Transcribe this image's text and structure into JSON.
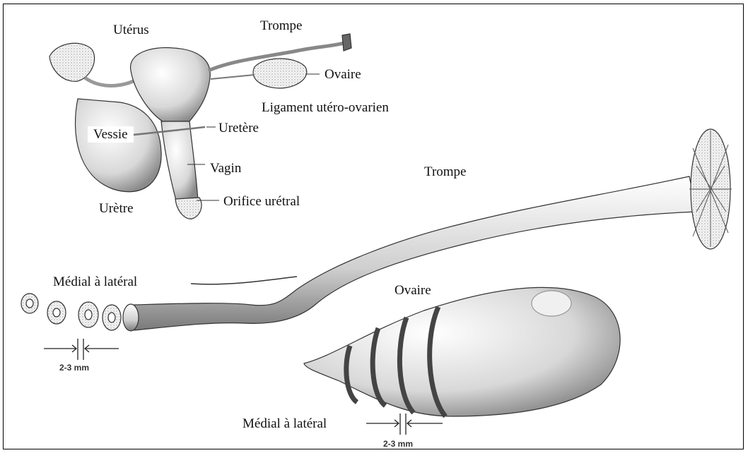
{
  "figure": {
    "labels": {
      "uterus": "Utérus",
      "trompe_top": "Trompe",
      "ovaire_top": "Ovaire",
      "ligament": "Ligament utéro-ovarien",
      "uretere": "Uretère",
      "vessie": "Vessie",
      "vagin": "Vagin",
      "uretre": "Urètre",
      "orifice": "Orifice urétral",
      "trompe_large": "Trompe",
      "medial_lateral_top": "Médial à latéral",
      "ovaire_large": "Ovaire",
      "medial_lateral_bottom": "Médial à latéral",
      "mm_top": "2-3 mm",
      "mm_bottom": "2-3 mm"
    }
  }
}
